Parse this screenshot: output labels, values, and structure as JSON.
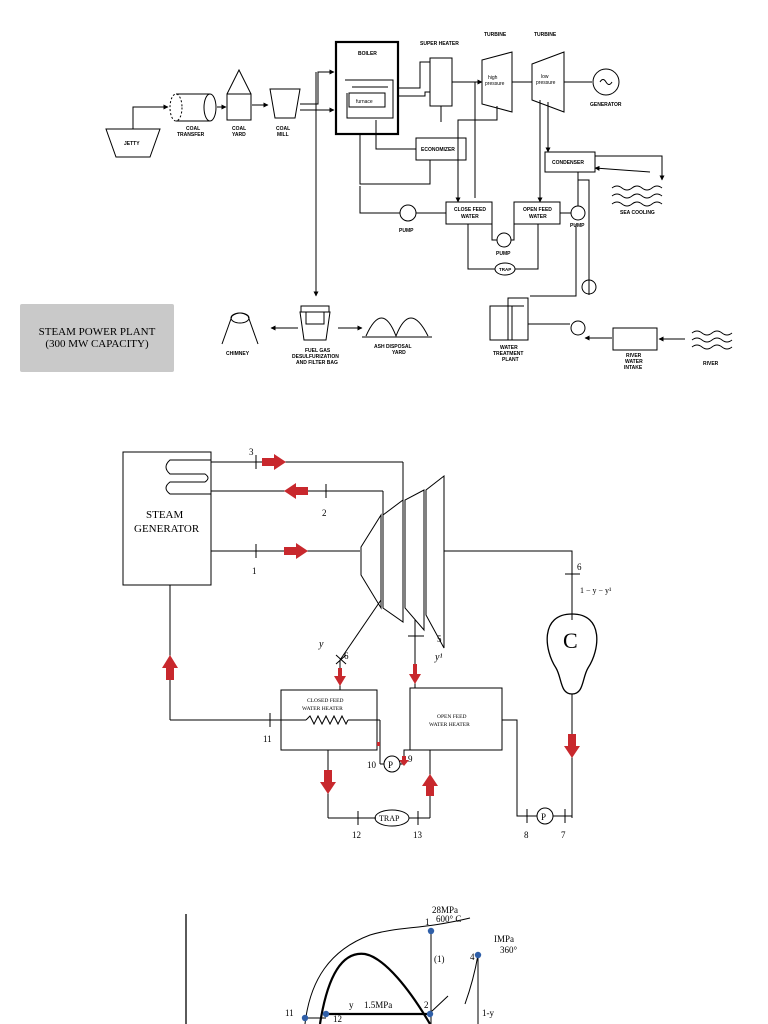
{
  "plant": {
    "title_line1": "STEAM POWER PLANT",
    "title_line2": "(300 MW CAPACITY)",
    "labels": {
      "boiler": "BOILER",
      "furnace": "furnace",
      "super_heater": "SUPER HEATER",
      "turbine": "TURBINE",
      "high_1": "high",
      "high_2": "pressure",
      "low_1": "low",
      "low_2": "pressure",
      "generator": "GENERATOR",
      "jetty": "JETTY",
      "coal_transfer_1": "COAL",
      "coal_transfer_2": "TRANSFER",
      "coal_yard_1": "COAL",
      "coal_yard_2": "YARD",
      "coal_mill_1": "COAL",
      "coal_mill_2": "MILL",
      "economizer": "ECONOMIZER",
      "condenser": "CONDENSER",
      "sea_cooling": "SEA COOLING",
      "close_feed_1": "CLOSE FEED",
      "close_feed_2": "WATER",
      "open_feed_1": "OPEN FEED",
      "open_feed_2": "WATER",
      "pump": "PUMP",
      "trap": "TRAP",
      "chimney": "CHIMNEY",
      "fgd_1": "FUEL GAS",
      "fgd_2": "DESULFURIZATION",
      "fgd_3": "AND FILTER BAG",
      "ash_1": "ASH DISPOSAL",
      "ash_2": "YARD",
      "wtp_1": "WATER",
      "wtp_2": "TREATMENT",
      "wtp_3": "PLANT",
      "intake_1": "RIVER",
      "intake_2": "WATER",
      "intake_3": "INTAKE",
      "river": "RIVER"
    }
  },
  "cycle": {
    "steam_gen_1": "STEAM",
    "steam_gen_2": "GENERATOR",
    "closed_fwh_1": "CLOSED FEED",
    "closed_fwh_2": "WATER HEATER",
    "open_fwh_1": "OPEN FEED",
    "open_fwh_2": "WATER HEATER",
    "condenser": "C",
    "pump": "P",
    "trap": "TRAP",
    "frac_y": "y",
    "frac_y1": "y¹",
    "frac_rest": "1 − y − y¹",
    "states": [
      "1",
      "2",
      "3",
      "5",
      "6",
      "6",
      "7",
      "8",
      "9",
      "10",
      "11",
      "12",
      "13"
    ]
  },
  "ts": {
    "p_high": "28MPa",
    "t_high": "600° C",
    "p_mid": "IMPa",
    "t_mid": "360°",
    "p_low": "1.5MPa",
    "frac_y": "y",
    "frac_1y": "1-y",
    "path1": "(1)",
    "states": [
      "1",
      "2",
      "4",
      "11",
      "12"
    ]
  }
}
